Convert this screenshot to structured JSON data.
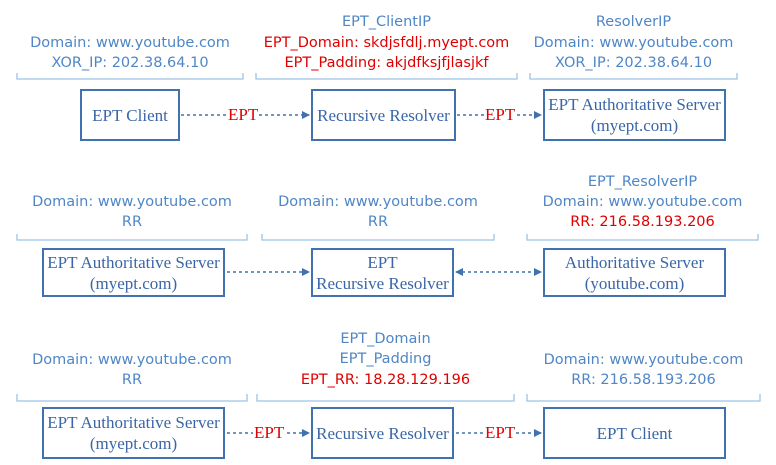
{
  "row1": {
    "left_labels": {
      "domain": "Domain: www.youtube.com",
      "xor_ip": "XOR_IP: 202.38.64.10"
    },
    "mid_labels": {
      "client_ip": "EPT_ClientIP",
      "domain": "EPT_Domain: skdjsfdlj.myept.com",
      "padding": "EPT_Padding: akjdfksjfjlasjkf"
    },
    "right_labels": {
      "resolver_ip": "ResolverIP",
      "domain": "Domain: www.youtube.com",
      "xor_ip": "XOR_IP: 202.38.64.10"
    },
    "box_client": "EPT Client",
    "box_resolver": "Recursive Resolver",
    "box_auth_line1": "EPT Authoritative Server",
    "box_auth_line2": "(myept.com)",
    "arrow1_label": "EPT",
    "arrow2_label": "EPT"
  },
  "row2": {
    "left_labels": {
      "domain": "Domain: www.youtube.com",
      "rr": "RR"
    },
    "mid_labels": {
      "domain": "Domain: www.youtube.com",
      "rr": "RR"
    },
    "right_labels": {
      "resolver_ip": "EPT_ResolverIP",
      "domain": "Domain: www.youtube.com",
      "rr": "RR: 216.58.193.206"
    },
    "box_auth_line1": "EPT Authoritative Server",
    "box_auth_line2": "(myept.com)",
    "box_resolver_line1": "EPT",
    "box_resolver_line2": "Recursive Resolver",
    "box_yt_line1": "Authoritative Server",
    "box_yt_line2": "(youtube.com)"
  },
  "row3": {
    "left_labels": {
      "domain": "Domain: www.youtube.com",
      "rr": "RR"
    },
    "mid_labels": {
      "domain": "EPT_Domain",
      "padding": "EPT_Padding",
      "rr": "EPT_RR: 18.28.129.196"
    },
    "right_labels": {
      "domain": "Domain: www.youtube.com",
      "rr": "RR: 216.58.193.206"
    },
    "box_auth_line1": "EPT Authoritative Server",
    "box_auth_line2": "(myept.com)",
    "box_resolver": "Recursive Resolver",
    "box_client": "EPT Client",
    "arrow1_label": "EPT",
    "arrow2_label": "EPT"
  },
  "colors": {
    "blue_text": "#4f86c6",
    "red_text": "#e00000",
    "box_border": "#3f72af",
    "bracket": "#9dc3e6",
    "arrow": "#3f72af"
  }
}
